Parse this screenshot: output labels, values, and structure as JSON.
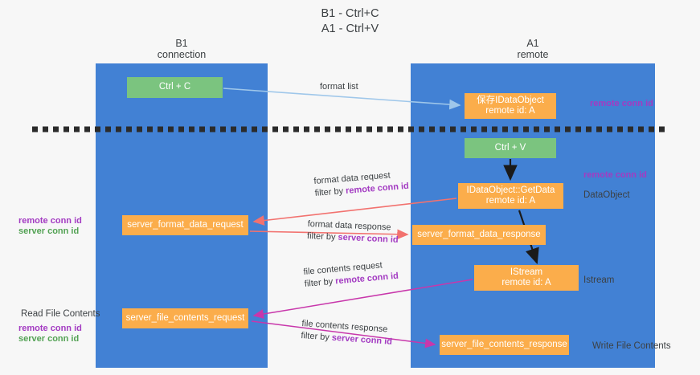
{
  "title": "B1 - Ctrl+C\nA1 - Ctrl+V",
  "columns": {
    "left": {
      "name": "B1",
      "role": "connection"
    },
    "right": {
      "name": "A1",
      "role": "remote"
    }
  },
  "nodes": {
    "ctrl_c": "Ctrl + C",
    "save_idataobject": "保存IDataObject\nremote id: A",
    "ctrl_v": "Ctrl + V",
    "getdata": "IDataObject::GetData\nremote id: A",
    "server_format_data_request": "server_format_data_request",
    "server_format_data_response": "server_format_data_response",
    "istream": "IStream\nremote id: A",
    "server_file_contents_request": "server_file_contents_request",
    "server_file_contents_response": "server_file_contents_response"
  },
  "edge_labels": {
    "format_list": "format list",
    "format_data_request": "format data request",
    "format_data_request_filter_prefix": "filter by ",
    "format_data_request_filter_key": "remote conn id",
    "format_data_response": "format data response",
    "format_data_response_filter_prefix": "filter by ",
    "format_data_response_filter_key": "server conn id",
    "file_contents_request": "file contents request",
    "file_contents_request_filter_prefix": "filter by ",
    "file_contents_request_filter_key": "remote conn id",
    "file_contents_response": "file contents response",
    "file_contents_response_filter_prefix": "filter by ",
    "file_contents_response_filter_key": "server conn id"
  },
  "annotations": {
    "right_remote_conn_id_top": "remote conn id",
    "right_remote_conn_id_mid": "remote conn id",
    "right_dataobject": "DataObject",
    "right_istream": "Istream",
    "right_write_file_contents": "Write File Contents",
    "left_read_file_contents": "Read File Contents",
    "left_remote_conn_id_1": "remote conn id",
    "left_server_conn_id_1": "server conn id",
    "left_remote_conn_id_2": "remote conn id",
    "left_server_conn_id_2": "server conn id"
  },
  "colors": {
    "lane": "#4281d4",
    "green_node": "#7bc47f",
    "orange_node": "#fbad4b",
    "purple_text": "#a33bc2",
    "green_text": "#53a254",
    "arrow_blue": "#9fc7ea",
    "arrow_red": "#f2726f",
    "arrow_magenta": "#c837ab",
    "arrow_black": "#1a1a1a",
    "background": "#f7f7f7"
  }
}
